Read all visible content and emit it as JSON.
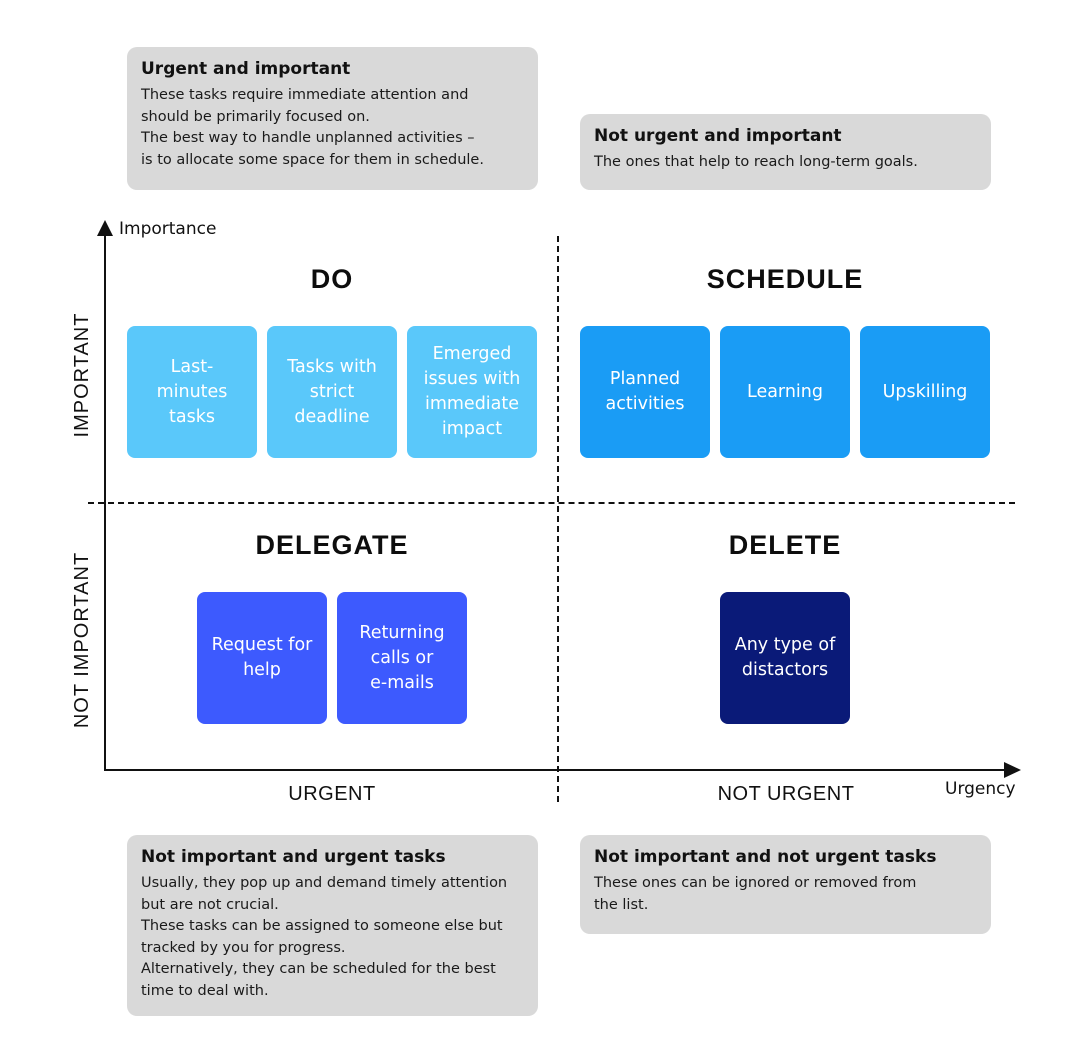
{
  "notes": {
    "urgent_important": {
      "title": "Urgent and important",
      "lines": [
        "These tasks require immediate attention and",
        "should be primarily focused on.",
        "The best way to handle unplanned activities –",
        "is to allocate some space for them in schedule."
      ]
    },
    "not_urgent_important": {
      "title": "Not urgent and important",
      "lines": [
        "The ones that help to reach long-term goals."
      ]
    },
    "not_important_urgent": {
      "title": "Not important and urgent tasks",
      "lines": [
        "Usually, they pop up and demand timely attention",
        "but are not crucial.",
        "These tasks can be assigned to someone else but",
        "tracked by you for progress.",
        "Alternatively, they can be scheduled for the best",
        "time to deal with."
      ]
    },
    "not_important_not_urgent": {
      "title": "Not important and not urgent tasks",
      "lines": [
        "These ones can be ignored or removed from",
        "the list."
      ]
    }
  },
  "axes": {
    "y_name": "Importance",
    "x_name": "Urgency",
    "y_categories": [
      "IMPORTANT",
      "NOT IMPORTANT"
    ],
    "x_categories": [
      "URGENT",
      "NOT URGENT"
    ]
  },
  "quadrants": {
    "do": {
      "title": "DO",
      "color": "#5ac8fa",
      "cards": [
        {
          "lines": [
            "Last-",
            "minutes",
            "tasks"
          ]
        },
        {
          "lines": [
            "Tasks with",
            "strict",
            "deadline"
          ]
        },
        {
          "lines": [
            "Emerged",
            "issues with",
            "immediate",
            "impact"
          ]
        }
      ]
    },
    "schedule": {
      "title": "SCHEDULE",
      "color": "#1a9cf5",
      "cards": [
        {
          "lines": [
            "Planned",
            "activities"
          ]
        },
        {
          "lines": [
            "Learning"
          ]
        },
        {
          "lines": [
            "Upskilling"
          ]
        }
      ]
    },
    "delegate": {
      "title": "DELEGATE",
      "color": "#3d5afe",
      "cards": [
        {
          "lines": [
            "Request for",
            "help"
          ]
        },
        {
          "lines": [
            "Returning",
            "calls or",
            "e-mails"
          ]
        }
      ]
    },
    "delete": {
      "title": "DELETE",
      "color": "#0a1a78",
      "cards": [
        {
          "lines": [
            "Any type of",
            "distactors"
          ]
        }
      ]
    }
  }
}
